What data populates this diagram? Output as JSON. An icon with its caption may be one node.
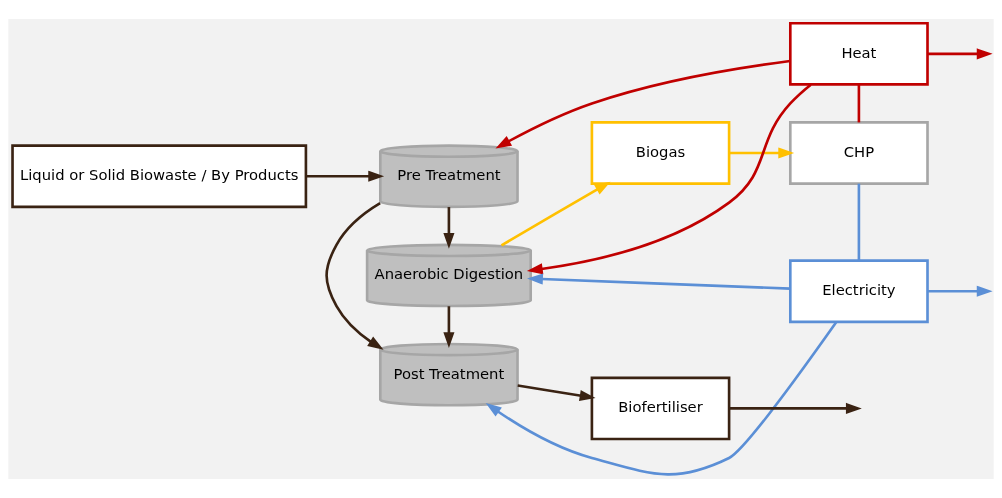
{
  "diagram": {
    "nodes": [
      {
        "text": [
          "Liquid or Solid Biowaste / By Products"
        ]
      },
      {
        "text": [
          "Pre Treatment"
        ]
      },
      {
        "text": [
          "Anaerobic Digestion"
        ]
      },
      {
        "text": [
          "Post Treatment"
        ]
      },
      {
        "text": [
          "Biogas"
        ]
      },
      {
        "text": [
          "Heat"
        ]
      },
      {
        "text": [
          "CHP"
        ]
      },
      {
        "text": [
          "Electricity"
        ]
      },
      {
        "text": [
          "Biofertiliser"
        ]
      }
    ],
    "edges": [
      {
        "from": 0,
        "to": 1,
        "arrow": "to"
      },
      {
        "from": 1,
        "to": 2,
        "arrow": "to"
      },
      {
        "from": 2,
        "to": 3,
        "arrow": "to"
      },
      {
        "from": 1,
        "to": 3,
        "arrow": "to"
      },
      {
        "from": 2,
        "to": 4,
        "arrow": "to",
        "color": "#ffc000"
      },
      {
        "from": 4,
        "to": 6,
        "arrow": "to",
        "color": "#ffc000"
      },
      {
        "from": 6,
        "to": 5,
        "arrow": "none",
        "color": "#c00000"
      },
      {
        "from": 5,
        "to": 1,
        "arrow": "to",
        "color": "#c00000"
      },
      {
        "from": 5,
        "to": 2,
        "arrow": "to",
        "color": "#c00000"
      },
      {
        "from": 5,
        "to": null,
        "arrow": "to",
        "color": "#c00000"
      },
      {
        "from": 6,
        "to": 7,
        "arrow": "none",
        "color": "#5b8fd6"
      },
      {
        "from": 7,
        "to": 2,
        "arrow": "to",
        "color": "#5b8fd6"
      },
      {
        "from": 7,
        "to": 3,
        "arrow": "to",
        "color": "#5b8fd6"
      },
      {
        "from": 7,
        "to": null,
        "arrow": "to",
        "color": "#5b8fd6"
      },
      {
        "from": 3,
        "to": 8,
        "arrow": "to"
      },
      {
        "from": 8,
        "to": null,
        "arrow": "to"
      }
    ]
  }
}
